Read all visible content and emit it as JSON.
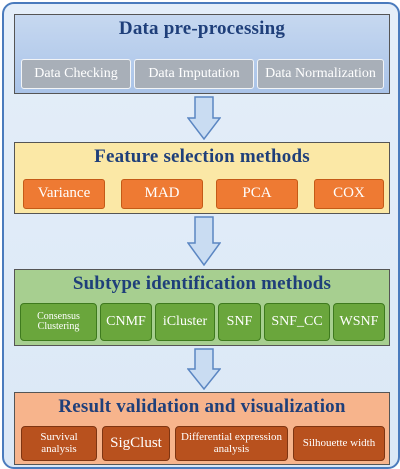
{
  "sections": [
    {
      "title": "Data pre-processing",
      "items": [
        "Data Checking",
        "Data Imputation",
        "Data Normalization"
      ]
    },
    {
      "title": "Feature selection methods",
      "items": [
        "Variance",
        "MAD",
        "PCA",
        "COX"
      ]
    },
    {
      "title": "Subtype identification methods",
      "items": [
        "Consensus Clustering",
        "CNMF",
        "iCluster",
        "SNF",
        "SNF_CC",
        "WSNF"
      ]
    },
    {
      "title": "Result validation and visualization",
      "items": [
        "Survival analysis",
        "SigClust",
        "Differential expression analysis",
        "Silhouette width"
      ]
    }
  ],
  "colors": {
    "frame_border": "#4a7bbd",
    "title_text": "#1f3f7a",
    "preprocessing_fill": "#a9c3e8",
    "preprocessing_box": "#a8afb8",
    "feature_fill": "#fbe8a6",
    "feature_box": "#ee7a33",
    "subtype_fill": "#a7cf90",
    "subtype_box": "#6aa63c",
    "validation_fill": "#f7b48c",
    "validation_box": "#b8511e",
    "arrow_fill": "#c9dcf2",
    "arrow_stroke": "#5b86c2"
  }
}
